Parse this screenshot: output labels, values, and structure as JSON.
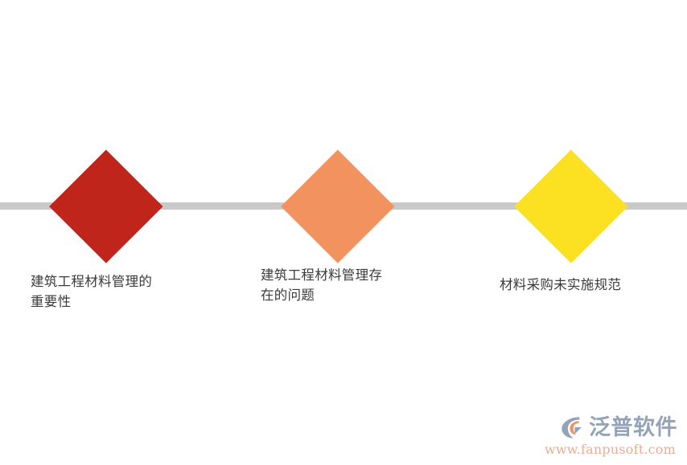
{
  "diagram": {
    "type": "horizontal-timeline-diamonds",
    "background_color": "#ffffff",
    "rail": {
      "name": "connector-line",
      "color": "#c9c9c9"
    },
    "nodes": [
      {
        "id": "node-1",
        "shape": "diamond",
        "color": "#c0251c",
        "caption": "建筑工程材料管理的\n重要性"
      },
      {
        "id": "node-2",
        "shape": "diamond",
        "color": "#f2925f",
        "caption": "建筑工程材料管理存\n在的问题"
      },
      {
        "id": "node-3",
        "shape": "diamond",
        "color": "#fbe122",
        "caption": "材料采购未实施规范"
      }
    ]
  },
  "watermark": {
    "logo_icon": "fanpu-swoosh-logo-icon",
    "brand": "泛普软件",
    "url": "www.fanpusoft.com",
    "brand_color": "#8f9fb5",
    "url_color": "#e8a98f",
    "accent_color": "#ef8d5a"
  }
}
